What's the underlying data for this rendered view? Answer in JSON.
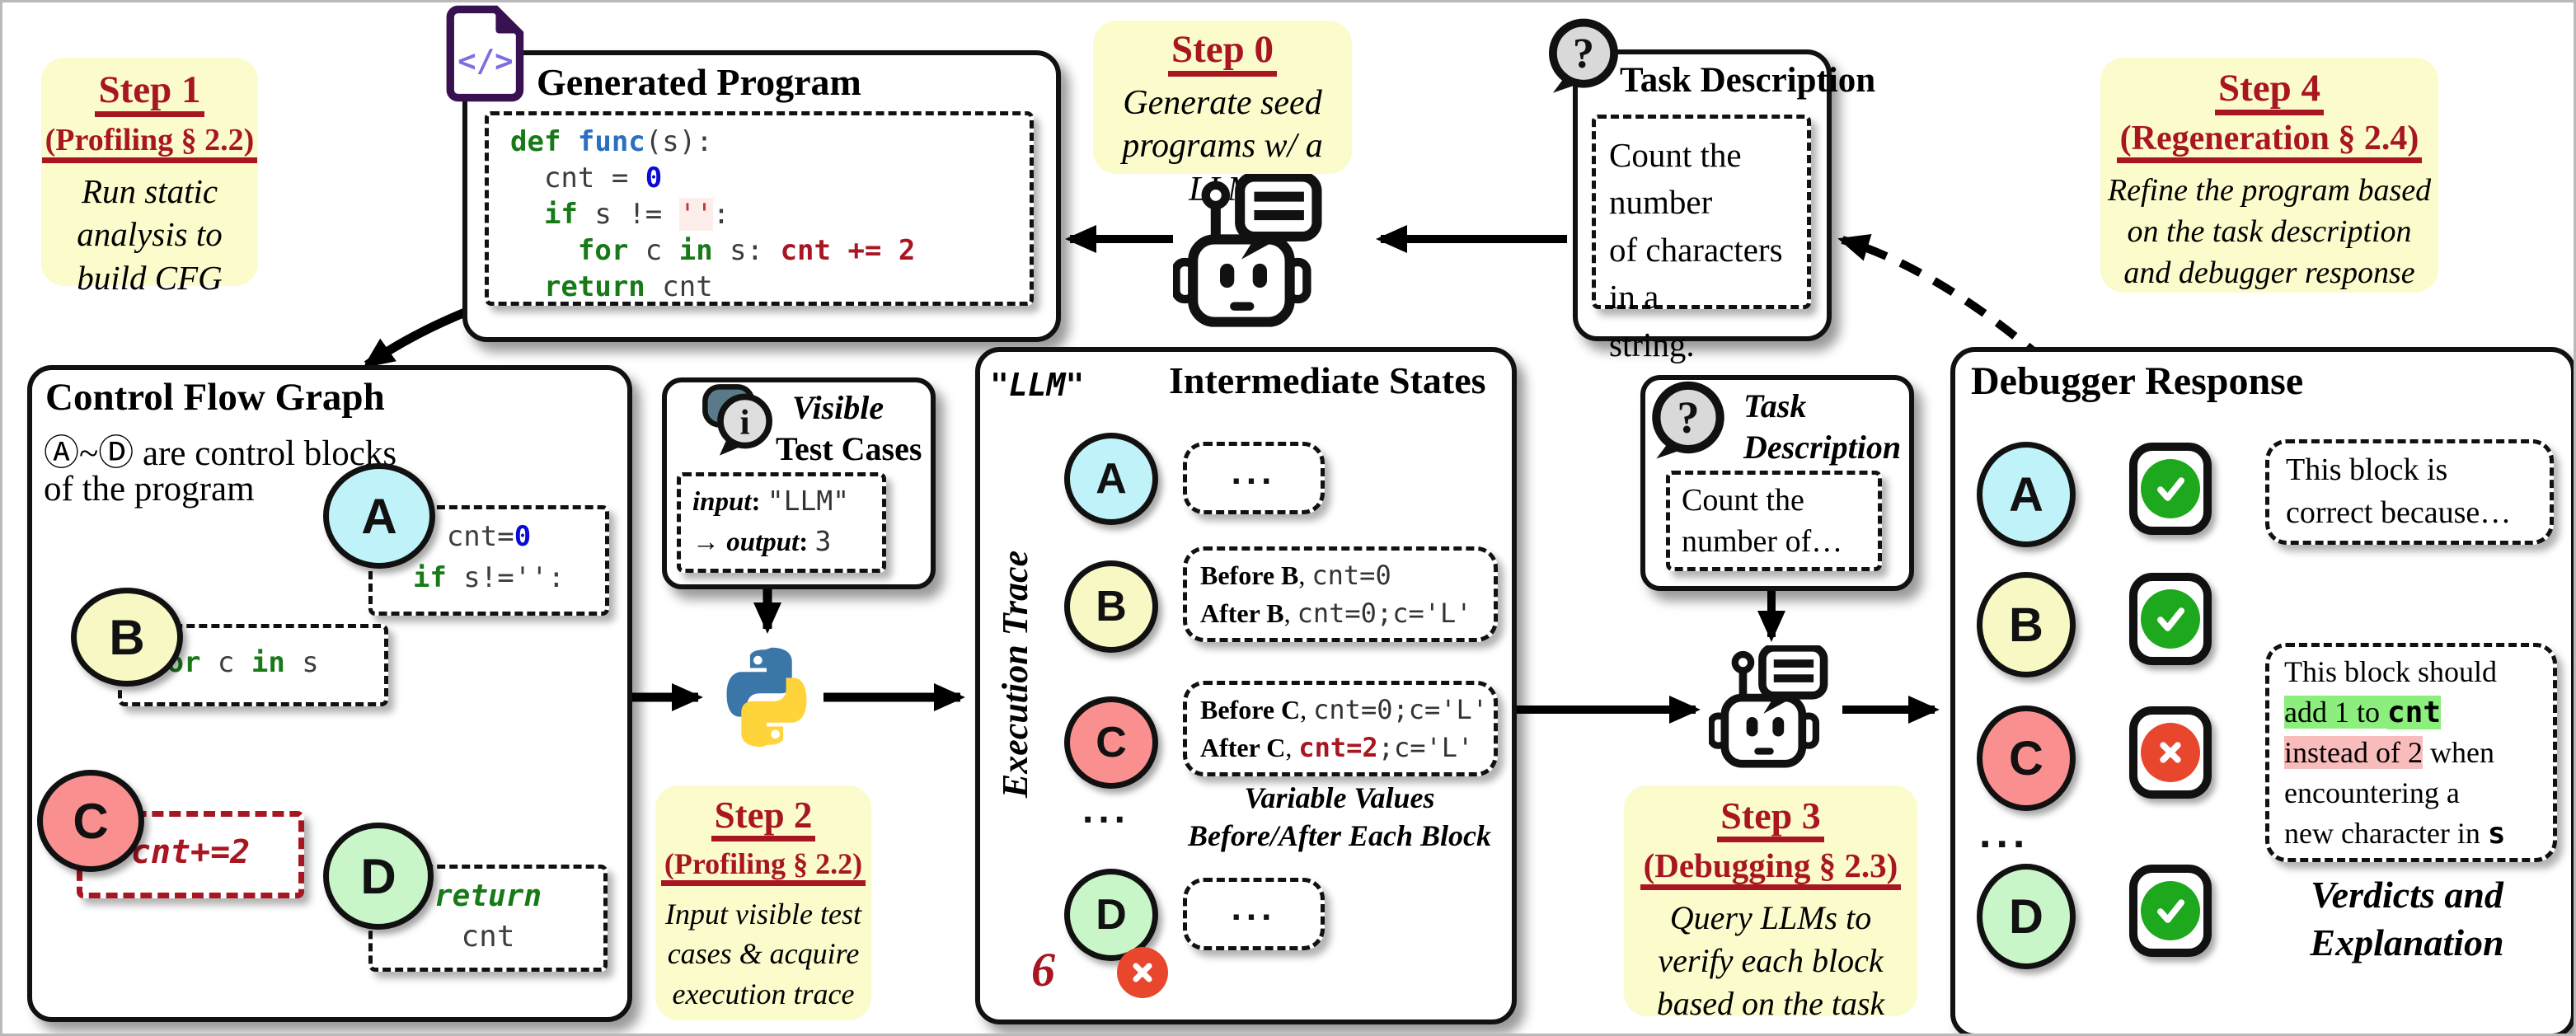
{
  "colors": {
    "node_a": "#BFF3F9",
    "node_b": "#F8F8C4",
    "node_c": "#FA8F8F",
    "node_d": "#C8F6C8",
    "check_green": "#1EA81E",
    "cross_red": "#E8472E",
    "step_red": "#A81622",
    "note_yellow": "#FBFBCB",
    "python_blue": "#3B76A8",
    "python_yellow": "#FFD43B",
    "file_icon_purple": "#3A1150",
    "file_icon_glyph": "#7C6FE0",
    "bubble_gray": "#D9D9D9",
    "info_back": "#5A7A8A",
    "hl_green": "#8CEE7C",
    "hl_pink": "#F9BCBC"
  },
  "step1": {
    "title": "Step 1",
    "subtitle": "(Profiling § 2.2)",
    "lines": [
      "Run static",
      "analysis to",
      "build CFG"
    ]
  },
  "step0": {
    "title": "Step 0",
    "lines": [
      "Generate seed",
      "programs  w/ a LLM"
    ]
  },
  "step2": {
    "title": "Step 2",
    "subtitle": "(Profiling § 2.2)",
    "lines": [
      "Input visible test",
      "cases & acquire",
      "execution trace"
    ]
  },
  "step3": {
    "title": "Step 3",
    "subtitle": "(Debugging § 2.3)",
    "lines": [
      "Query LLMs to",
      "verify each block",
      "based on the task"
    ]
  },
  "step4": {
    "title": "Step 4",
    "subtitle": "(Regeneration § 2.4)",
    "lines": [
      "Refine the program based",
      "on the task description",
      "and debugger response"
    ]
  },
  "generated_program": {
    "title": "Generated Program",
    "code": [
      [
        {
          "t": "def ",
          "c": "kw"
        },
        {
          "t": "func",
          "c": "fn"
        },
        {
          "t": "(s):",
          "c": "pl"
        }
      ],
      [
        {
          "t": "  cnt = ",
          "c": "pl"
        },
        {
          "t": "0",
          "c": "num"
        }
      ],
      [
        {
          "t": "  ",
          "c": "pl"
        },
        {
          "t": "if ",
          "c": "kw"
        },
        {
          "t": "s != ",
          "c": "pl"
        },
        {
          "t": "''",
          "c": "str"
        },
        {
          "t": ":",
          "c": "pl"
        }
      ],
      [
        {
          "t": "    ",
          "c": "pl"
        },
        {
          "t": "for ",
          "c": "kw"
        },
        {
          "t": "c ",
          "c": "pl"
        },
        {
          "t": "in ",
          "c": "kw"
        },
        {
          "t": "s: ",
          "c": "pl"
        },
        {
          "t": "cnt += 2",
          "c": "acc"
        }
      ],
      [
        {
          "t": "  ",
          "c": "pl"
        },
        {
          "t": "return ",
          "c": "kw"
        },
        {
          "t": "cnt",
          "c": "pl"
        }
      ]
    ]
  },
  "task_description": {
    "title": "Task Description",
    "body": [
      "Count the number",
      "of characters in a",
      "string."
    ]
  },
  "cfg": {
    "title": "Control Flow Graph",
    "note": [
      "Ⓐ~Ⓓ are control blocks",
      "of the program"
    ],
    "nodes": [
      {
        "letter": "A"
      },
      {
        "letter": "B"
      },
      {
        "letter": "C"
      },
      {
        "letter": "D"
      }
    ],
    "box_a": [
      [
        {
          "t": "cnt=",
          "c": "pl"
        },
        {
          "t": "0",
          "c": "num"
        }
      ],
      [
        {
          "t": "if ",
          "c": "kw"
        },
        {
          "t": "s!='':",
          "c": "pl"
        }
      ]
    ],
    "box_b": [
      [
        {
          "t": "for ",
          "c": "kw"
        },
        {
          "t": "c ",
          "c": "pl"
        },
        {
          "t": "in ",
          "c": "kw"
        },
        {
          "t": "s",
          "c": "pl"
        }
      ]
    ],
    "box_c": [
      [
        {
          "t": "cnt+=2",
          "c": "accit"
        }
      ]
    ],
    "box_d": [
      [
        {
          "t": "return",
          "c": "kwi"
        }
      ],
      [
        {
          "t": "cnt",
          "c": "pl"
        }
      ]
    ]
  },
  "visible_tests": {
    "title_line1": "Visible",
    "title_line2": "Test Cases",
    "input_line": [
      {
        "t": "input",
        "c": "lbli"
      },
      {
        "t": ": ",
        "c": "lbl"
      },
      {
        "t": "\"LLM\"",
        "c": "mono"
      }
    ],
    "output_line": [
      {
        "t": "→ ",
        "c": "ser"
      },
      {
        "t": "output",
        "c": "lbli"
      },
      {
        "t": ": ",
        "c": "lbl"
      },
      {
        "t": "3",
        "c": "mono"
      }
    ]
  },
  "intermediate": {
    "title": "Intermediate States",
    "input_label": "\"LLM\"",
    "axis_label": "Execution Trace",
    "ellipsis": "...",
    "rows": [
      {
        "letter": "A"
      },
      {
        "letter": "B"
      },
      {
        "letter": "C"
      },
      {
        "letter": "D"
      }
    ],
    "box_b": [
      [
        {
          "t": "Before B",
          "c": "lbl"
        },
        {
          "t": ", ",
          "c": "ser"
        },
        {
          "t": "cnt=0",
          "c": "mono"
        }
      ],
      [
        {
          "t": "After B",
          "c": "lbl"
        },
        {
          "t": ", ",
          "c": "ser"
        },
        {
          "t": "cnt=0;c='L'",
          "c": "mono"
        }
      ]
    ],
    "box_c": [
      [
        {
          "t": "Before C",
          "c": "lbl"
        },
        {
          "t": ", ",
          "c": "ser"
        },
        {
          "t": "cnt=0;c='L'",
          "c": "mono"
        }
      ],
      [
        {
          "t": "After C",
          "c": "lbl"
        },
        {
          "t": ", ",
          "c": "ser"
        },
        {
          "t": "cnt=2",
          "c": "monored"
        },
        {
          "t": ";c='L'",
          "c": "mono"
        }
      ]
    ],
    "caption": [
      "Variable Values",
      "Before/After Each Block"
    ],
    "result_value": "6"
  },
  "small_task": {
    "title_line1": "Task",
    "title_line2": "Description",
    "body": [
      "Count the",
      "number of…"
    ]
  },
  "debugger": {
    "title": "Debugger Response",
    "rows": [
      {
        "letter": "A",
        "verdict": "check"
      },
      {
        "letter": "B",
        "verdict": "check"
      },
      {
        "letter": "C",
        "verdict": "cross"
      },
      {
        "letter": "D",
        "verdict": "check"
      }
    ],
    "ellipsis": "...",
    "expl_a": [
      "This block is",
      "correct because…"
    ],
    "expl_c": [
      [
        {
          "t": "This block should",
          "c": "ser"
        }
      ],
      [
        {
          "t": "add 1 to ",
          "c": "hlg"
        },
        {
          "t": "cnt",
          "c": "hlgm"
        }
      ],
      [
        {
          "t": "instead of 2",
          "c": "hlp"
        },
        {
          "t": " when",
          "c": "ser"
        }
      ],
      [
        {
          "t": "encountering a",
          "c": "ser"
        }
      ],
      [
        {
          "t": "new character in ",
          "c": "ser"
        },
        {
          "t": "s",
          "c": "monob"
        }
      ]
    ],
    "caption": [
      "Verdicts and",
      "Explanation"
    ]
  }
}
